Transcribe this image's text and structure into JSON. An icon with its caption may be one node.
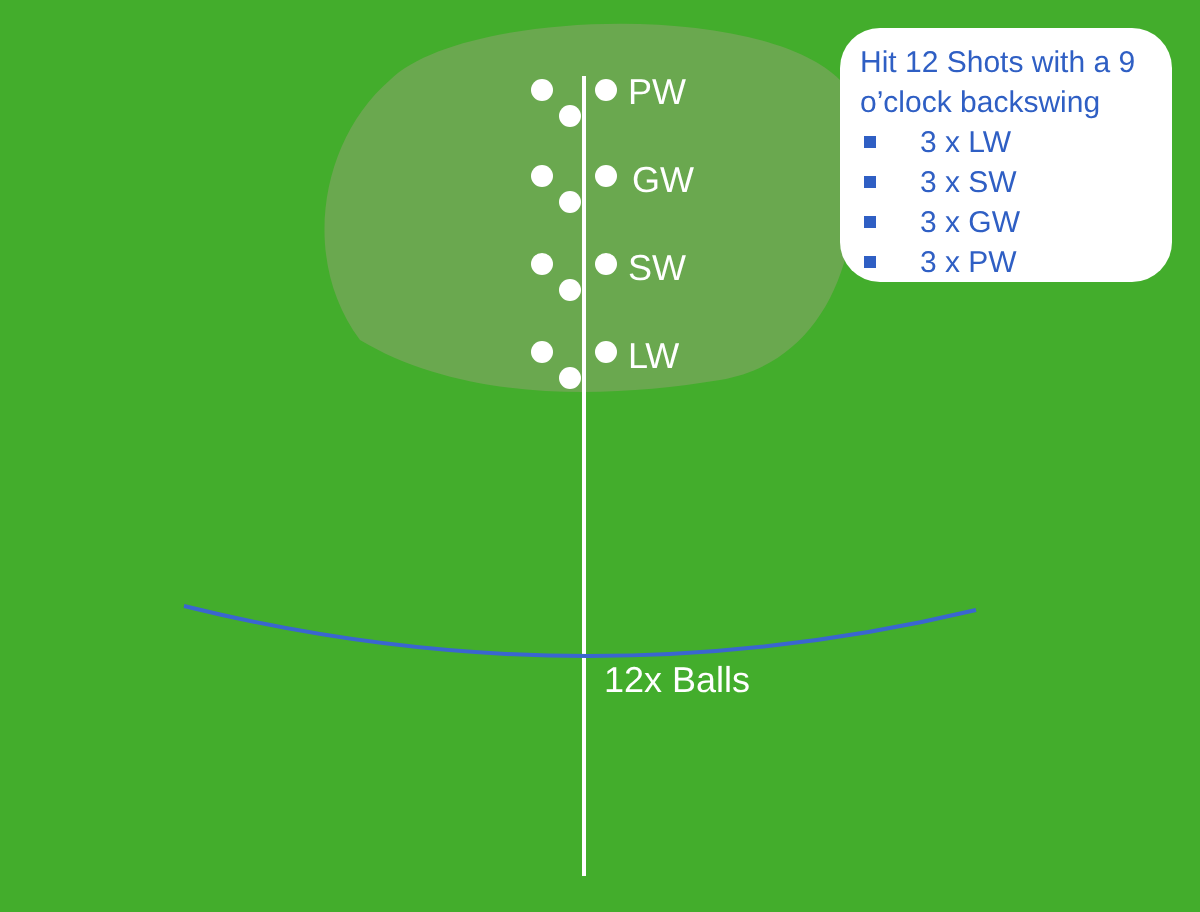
{
  "diagram": {
    "nodes": [
      {
        "text": [
          "Hit 12 Shots with a 9 o’clock backswing",
          "3 x LW",
          "3 x SW",
          "3 x GW",
          "3 x PW"
        ]
      }
    ],
    "labels": [
      "PW",
      "GW",
      "SW",
      "LW",
      "12x Balls"
    ]
  }
}
